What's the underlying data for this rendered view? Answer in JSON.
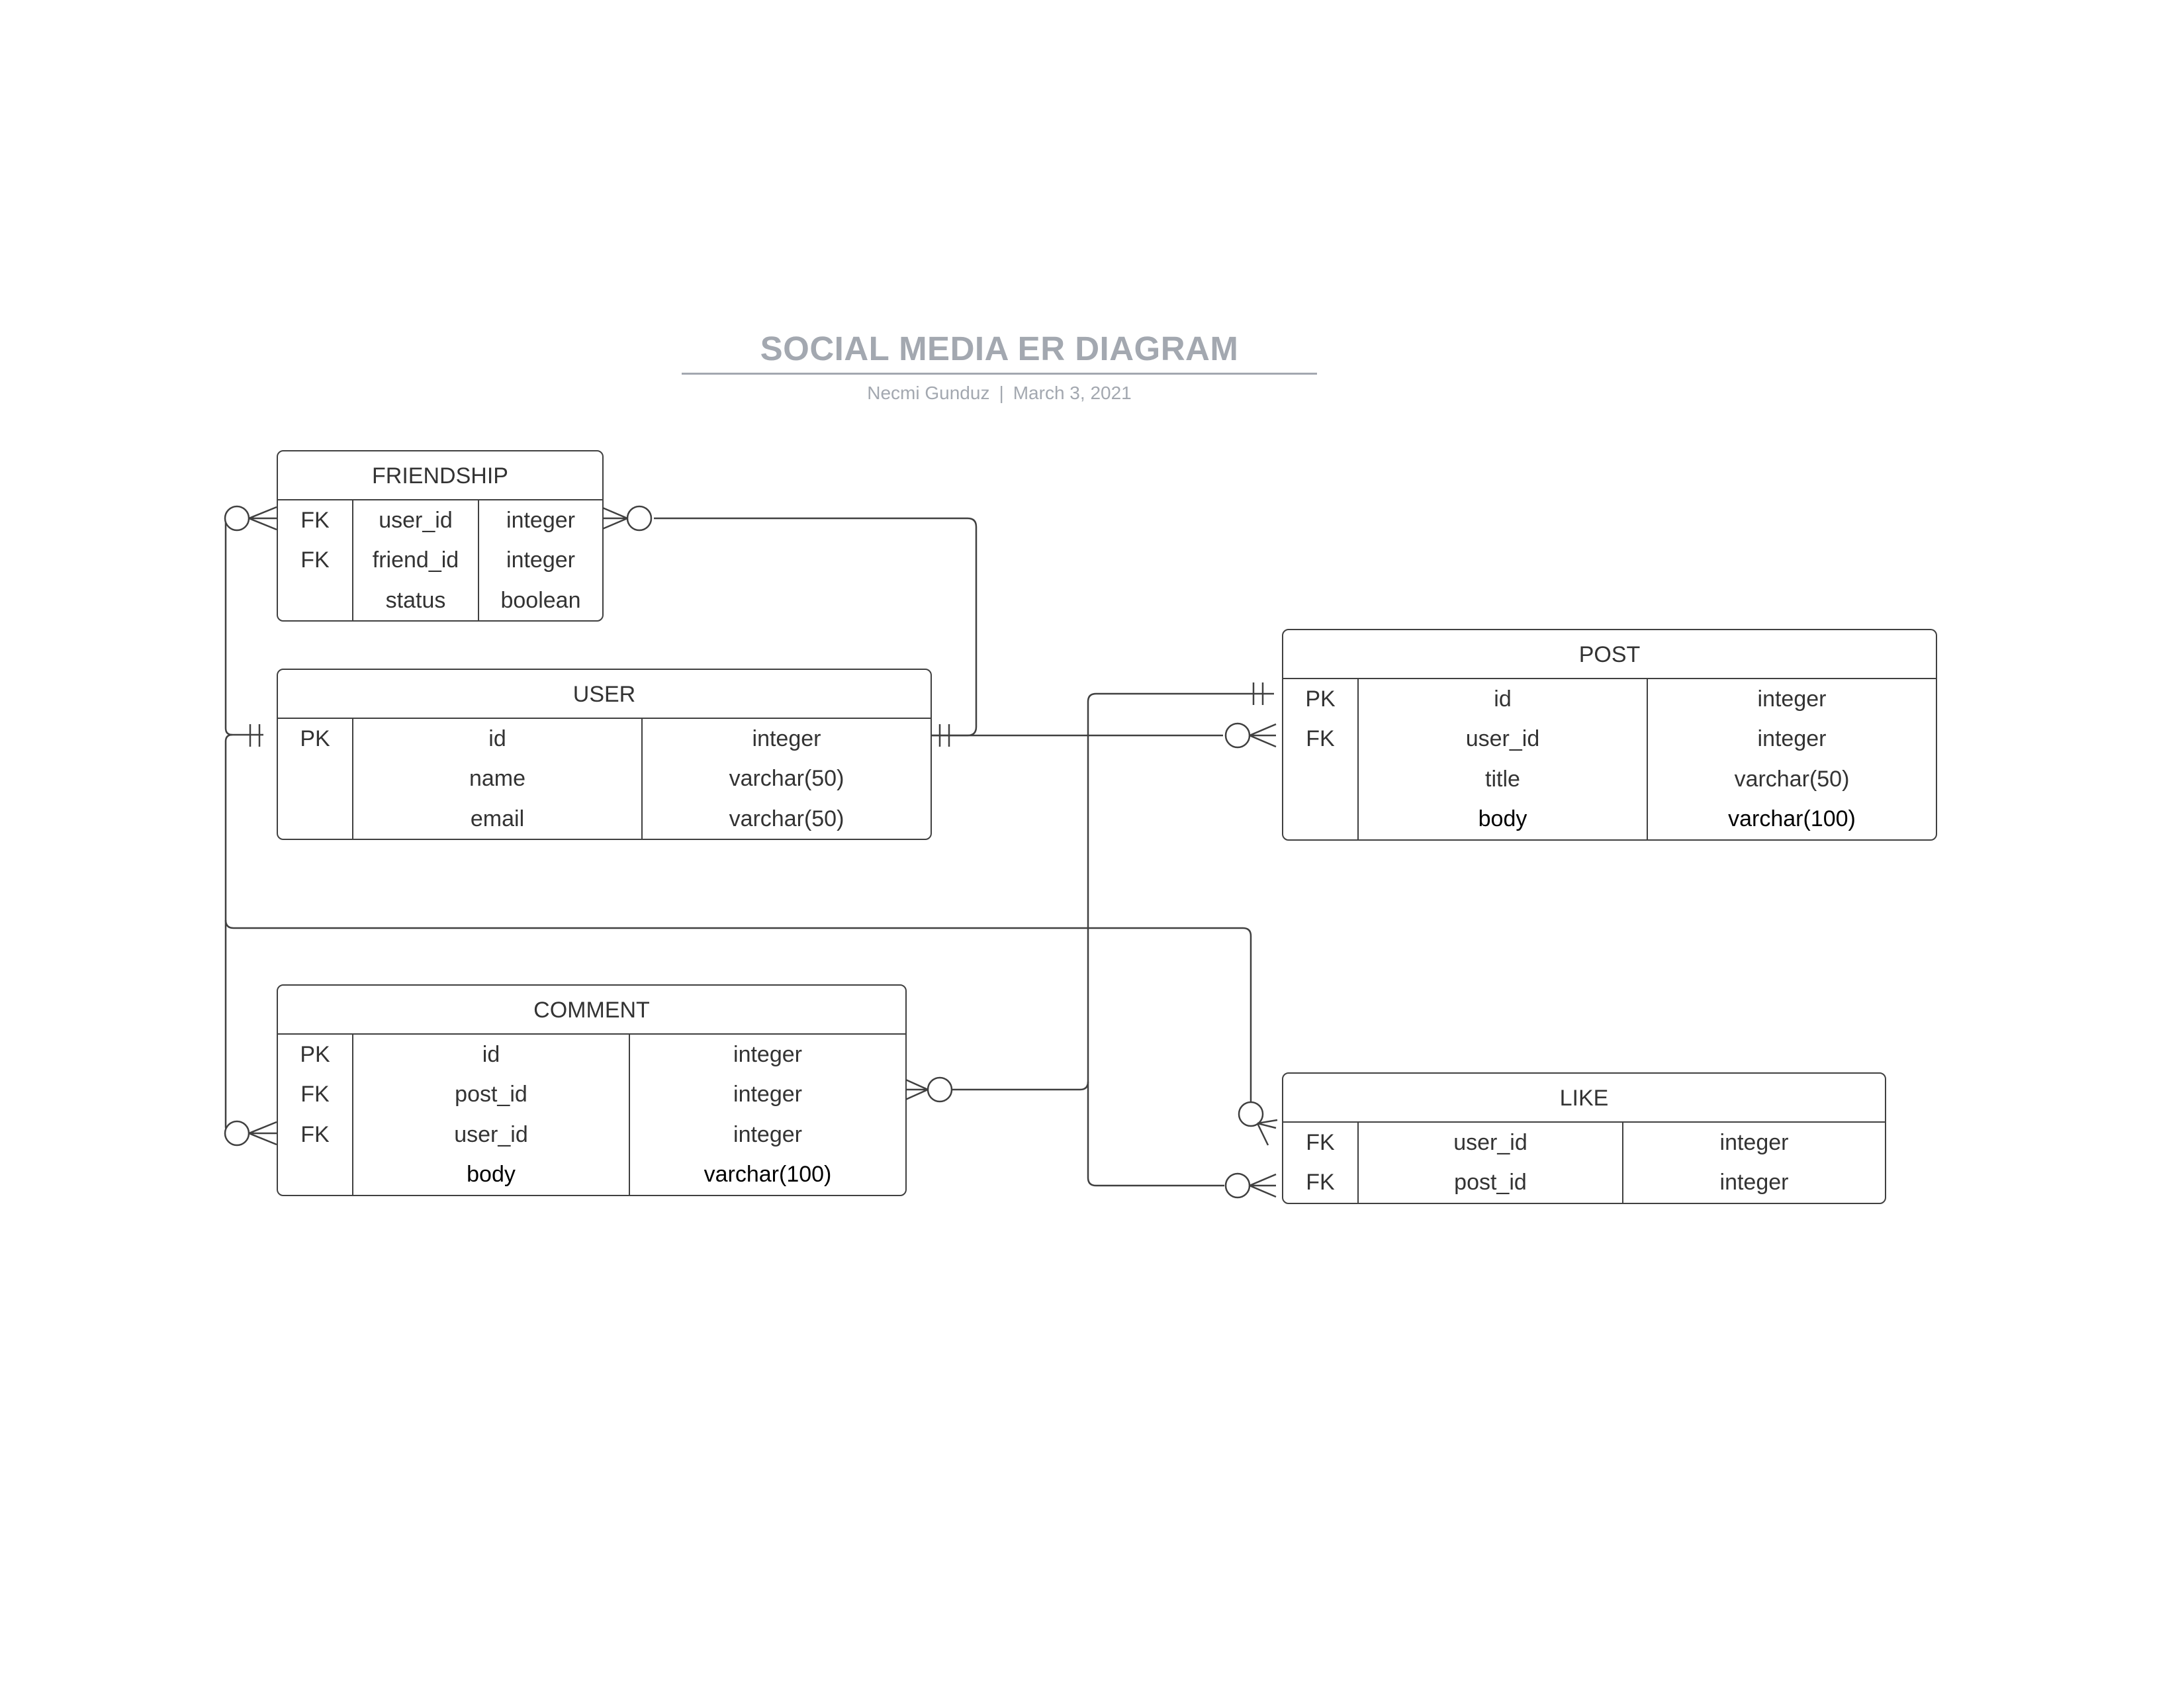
{
  "header": {
    "title": "SOCIAL MEDIA ER DIAGRAM",
    "author": "Necmi Gunduz",
    "separator": "|",
    "date": "March 3, 2021"
  },
  "colors": {
    "line": "#404040",
    "title": "#a3a8b0"
  },
  "entities": {
    "friendship": {
      "name": "FRIENDSHIP",
      "rows": [
        {
          "key": "FK",
          "field": "user_id",
          "type": "integer"
        },
        {
          "key": "FK",
          "field": "friend_id",
          "type": "integer"
        },
        {
          "key": "",
          "field": "status",
          "type": "boolean"
        }
      ]
    },
    "user": {
      "name": "USER",
      "rows": [
        {
          "key": "PK",
          "field": "id",
          "type": "integer"
        },
        {
          "key": "",
          "field": "name",
          "type": "varchar(50)"
        },
        {
          "key": "",
          "field": "email",
          "type": "varchar(50)"
        }
      ]
    },
    "post": {
      "name": "POST",
      "rows": [
        {
          "key": "PK",
          "field": "id",
          "type": "integer"
        },
        {
          "key": "FK",
          "field": "user_id",
          "type": "integer"
        },
        {
          "key": "",
          "field": "title",
          "type": "varchar(50)"
        },
        {
          "key": "",
          "field": "body",
          "type": "varchar(100)"
        }
      ]
    },
    "comment": {
      "name": "COMMENT",
      "rows": [
        {
          "key": "PK",
          "field": "id",
          "type": "integer"
        },
        {
          "key": "FK",
          "field": "post_id",
          "type": "integer"
        },
        {
          "key": "FK",
          "field": "user_id",
          "type": "integer"
        },
        {
          "key": "",
          "field": "body",
          "type": "varchar(100)"
        }
      ]
    },
    "like": {
      "name": "LIKE",
      "rows": [
        {
          "key": "FK",
          "field": "user_id",
          "type": "integer"
        },
        {
          "key": "FK",
          "field": "post_id",
          "type": "integer"
        }
      ]
    }
  },
  "relationships": [
    {
      "from": "USER.id",
      "from_cardinality": "one-and-only-one",
      "to": "FRIENDSHIP.user_id",
      "to_cardinality": "zero-or-many"
    },
    {
      "from": "USER.id",
      "from_cardinality": "one-and-only-one",
      "to": "FRIENDSHIP.friend_id",
      "to_cardinality": "zero-or-many"
    },
    {
      "from": "USER.id",
      "from_cardinality": "one-and-only-one",
      "to": "POST.user_id",
      "to_cardinality": "zero-or-many"
    },
    {
      "from": "USER.id",
      "from_cardinality": "one-and-only-one",
      "to": "COMMENT.user_id",
      "to_cardinality": "zero-or-many"
    },
    {
      "from": "USER.id",
      "from_cardinality": "one-and-only-one",
      "to": "LIKE.user_id",
      "to_cardinality": "zero-or-many"
    },
    {
      "from": "POST.id",
      "from_cardinality": "one-and-only-one",
      "to": "COMMENT.post_id",
      "to_cardinality": "zero-or-many"
    },
    {
      "from": "POST.id",
      "from_cardinality": "one-and-only-one",
      "to": "LIKE.post_id",
      "to_cardinality": "zero-or-many"
    }
  ]
}
